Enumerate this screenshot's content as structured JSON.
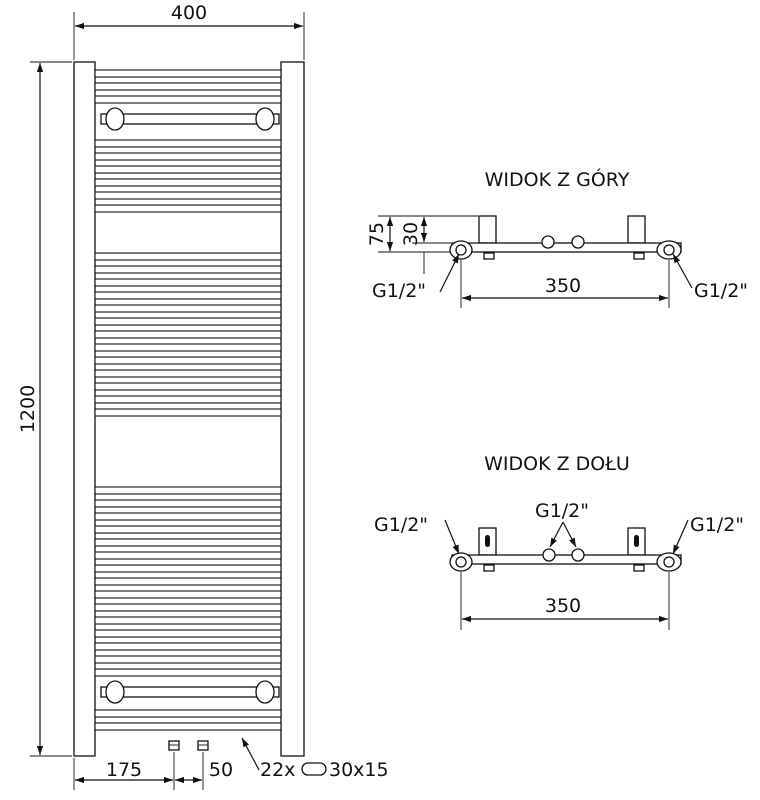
{
  "front_view": {
    "width_dim": "400",
    "height_dim": "1200",
    "offset_dim": "175",
    "spacing_dim": "50",
    "bars_count": "22x",
    "bars_size": "30x15"
  },
  "top_view": {
    "title": "WIDOK Z GÓRY",
    "depth_dim": "75",
    "offset_dim": "30",
    "connection_left": "G1/2\"",
    "connection_right": "G1/2\"",
    "width_dim": "350"
  },
  "bottom_view": {
    "title": "WIDOK Z DOŁU",
    "connection_left": "G1/2\"",
    "connection_center": "G1/2\"",
    "connection_right": "G1/2\"",
    "width_dim": "350"
  }
}
